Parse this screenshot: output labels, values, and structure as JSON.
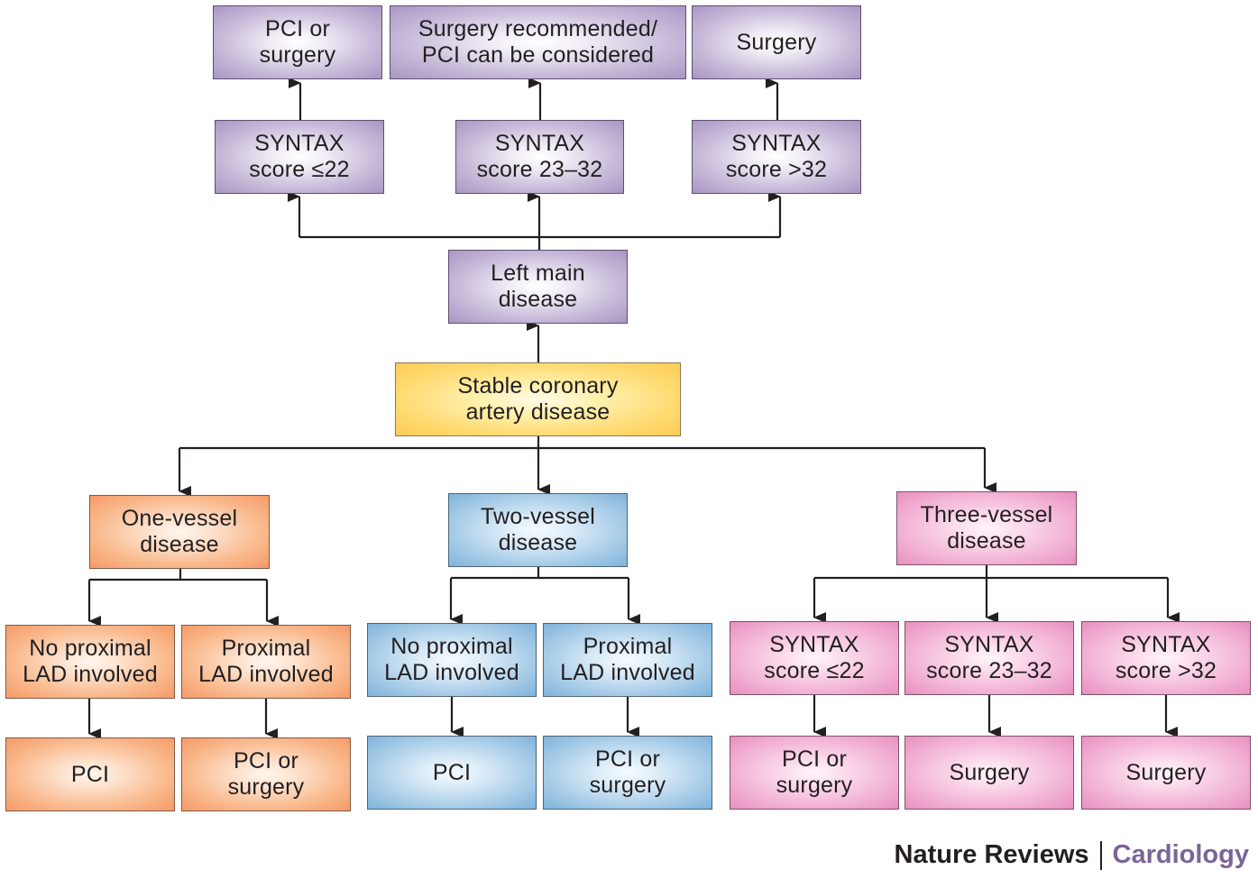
{
  "colors": {
    "purple": "#b8a8cf",
    "yellow": "#fddc78",
    "orange": "#f8ad7e",
    "blue": "#9ec6e6",
    "pink": "#f0a8cf",
    "connector": "#231f20",
    "journal": "#7a6597"
  },
  "nodes": {
    "root": "Stable coronary\nartery disease",
    "left_main": "Left main\ndisease",
    "lm_syntax_low": "SYNTAX\nscore ≤22",
    "lm_syntax_mid": "SYNTAX\nscore 23–32",
    "lm_syntax_high": "SYNTAX\nscore >32",
    "lm_out_low": "PCI or\nsurgery",
    "lm_out_mid": "Surgery recommended/\nPCI can be considered",
    "lm_out_high": "Surgery",
    "one_vessel": "One-vessel\ndisease",
    "one_no_lad": "No proximal\nLAD involved",
    "one_lad": "Proximal\nLAD involved",
    "one_no_lad_out": "PCI",
    "one_lad_out": "PCI or\nsurgery",
    "two_vessel": "Two-vessel\ndisease",
    "two_no_lad": "No proximal\nLAD involved",
    "two_lad": "Proximal\nLAD involved",
    "two_no_lad_out": "PCI",
    "two_lad_out": "PCI or\nsurgery",
    "three_vessel": "Three-vessel\ndisease",
    "three_syntax_low": "SYNTAX\nscore ≤22",
    "three_syntax_mid": "SYNTAX\nscore 23–32",
    "three_syntax_high": "SYNTAX\nscore >32",
    "three_out_low": "PCI or\nsurgery",
    "three_out_mid": "Surgery",
    "three_out_high": "Surgery"
  },
  "brand": {
    "publisher": "Nature Reviews",
    "journal": "Cardiology"
  }
}
